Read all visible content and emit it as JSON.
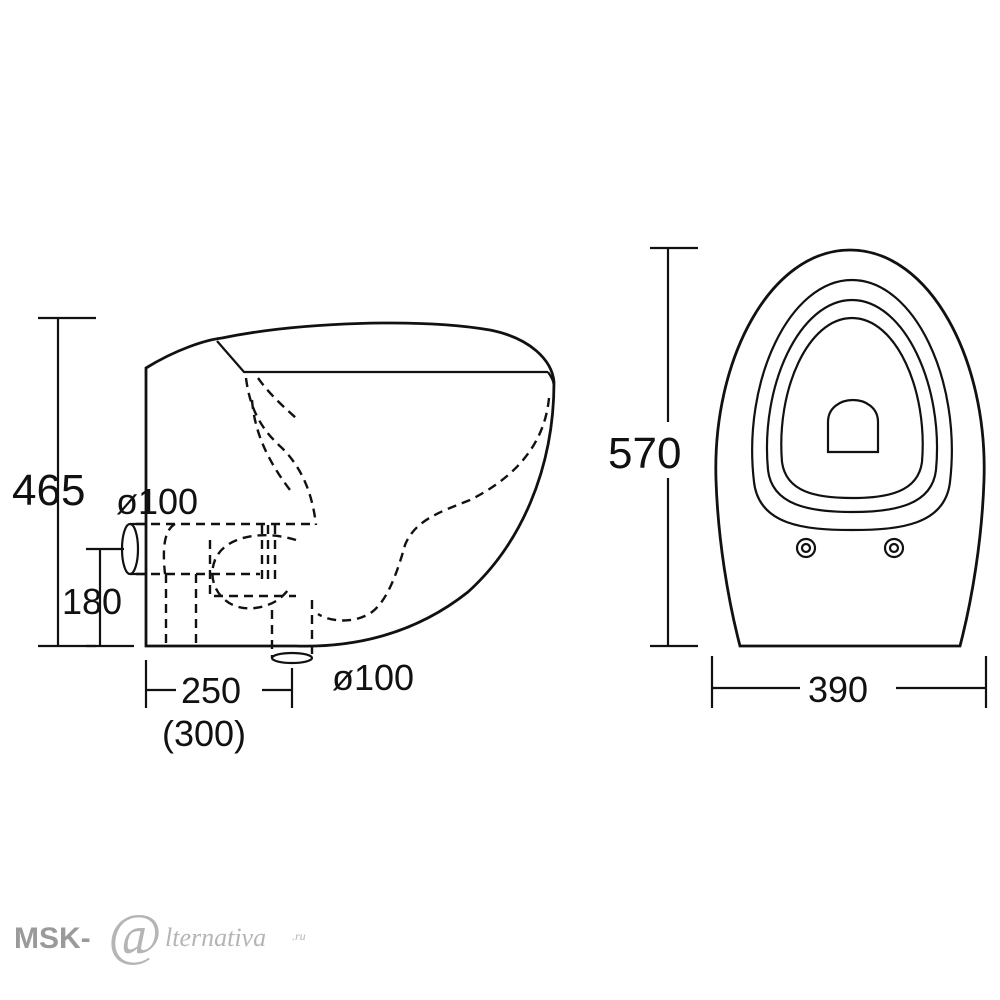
{
  "side_view": {
    "height_label": "465",
    "inlet_height_label": "180",
    "inlet_diameter_label": "ø100",
    "outlet_diameter_label": "ø100",
    "outlet_distance_label": "250",
    "outlet_distance_alt_label": "(300)"
  },
  "front_view": {
    "height_label": "570",
    "width_label": "390"
  },
  "watermark": {
    "prefix": "MSK-",
    "at_symbol": "@",
    "suffix": "lternativa",
    "domain": ".ru"
  }
}
